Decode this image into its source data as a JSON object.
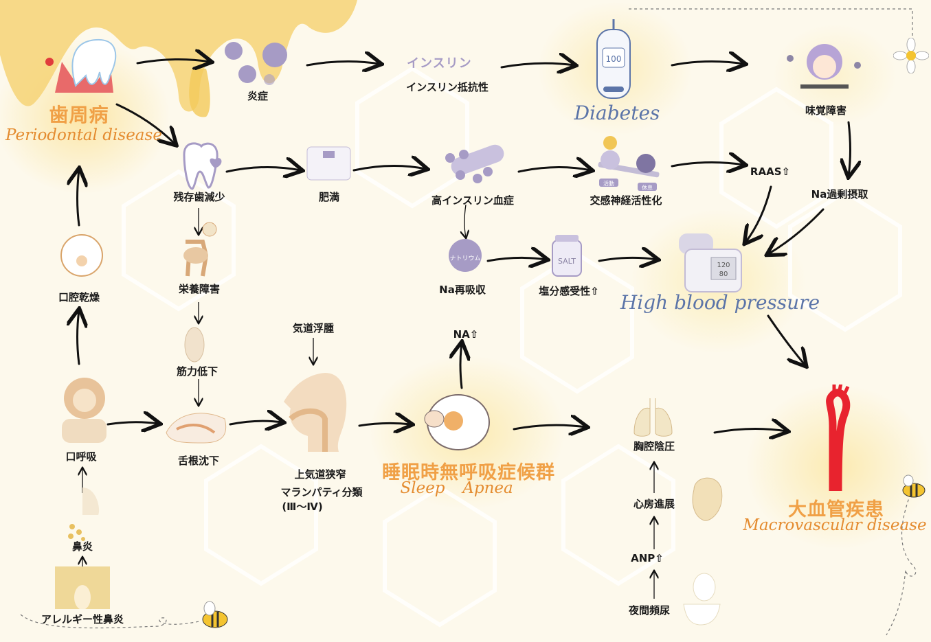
{
  "colors": {
    "accent_orange": "#f0a046",
    "blue": "#5b74a8",
    "icon_purple": "#a69bc5",
    "background": "#fdf9ec"
  },
  "main": {
    "periodontal": {
      "ja": "歯周病",
      "en": "Periodontal disease"
    },
    "diabetes": {
      "en": "Diabetes",
      "meter_value": "100"
    },
    "hypertension": {
      "en": "High blood pressure",
      "bp_top": "120",
      "bp_bottom": "80"
    },
    "sleep_apnea": {
      "ja": "睡眠時無呼吸症候群",
      "en1": "Sleep",
      "en2": "Apnea"
    },
    "macrovascular": {
      "ja": "大血管疾患",
      "en": "Macrovascular disease"
    }
  },
  "nodes": {
    "inflammation": "炎症",
    "insulin_logo": "インスリン",
    "insulin_resistance": "インスリン抵抗性",
    "taste": "味覚障害",
    "tooth_loss": "残存歯減少",
    "obesity": "肥満",
    "hyperinsulinemia": "高インスリン血症",
    "sympathetic": "交感神経活性化",
    "activity": "活動",
    "rest": "休息",
    "raas": "RAAS⇧",
    "na_intake": "Na過剰摂取",
    "dry_mouth": "口腔乾燥",
    "nutrition": "栄養障害",
    "na_reabsorb": "Na再吸収",
    "sodium_label": "ナトリウム",
    "salt_label": "SALT",
    "salt_sensitivity": "塩分感受性⇧",
    "airway_edema": "気道浮腫",
    "na_up": "NA⇧",
    "muscle": "筋力低下",
    "mouth_breathing": "口呼吸",
    "tongue": "舌根沈下",
    "airway_narrow": "上気道狭窄",
    "mallampati": "マランパティ分類",
    "mallampati_class": "(Ⅲ～Ⅳ)",
    "thoracic": "胸腔陰圧",
    "atrial": "心房進展",
    "anp": "ANP⇧",
    "nocturia": "夜間頻尿",
    "rhinitis": "鼻炎",
    "allergic_rhinitis": "アレルギー性鼻炎"
  }
}
